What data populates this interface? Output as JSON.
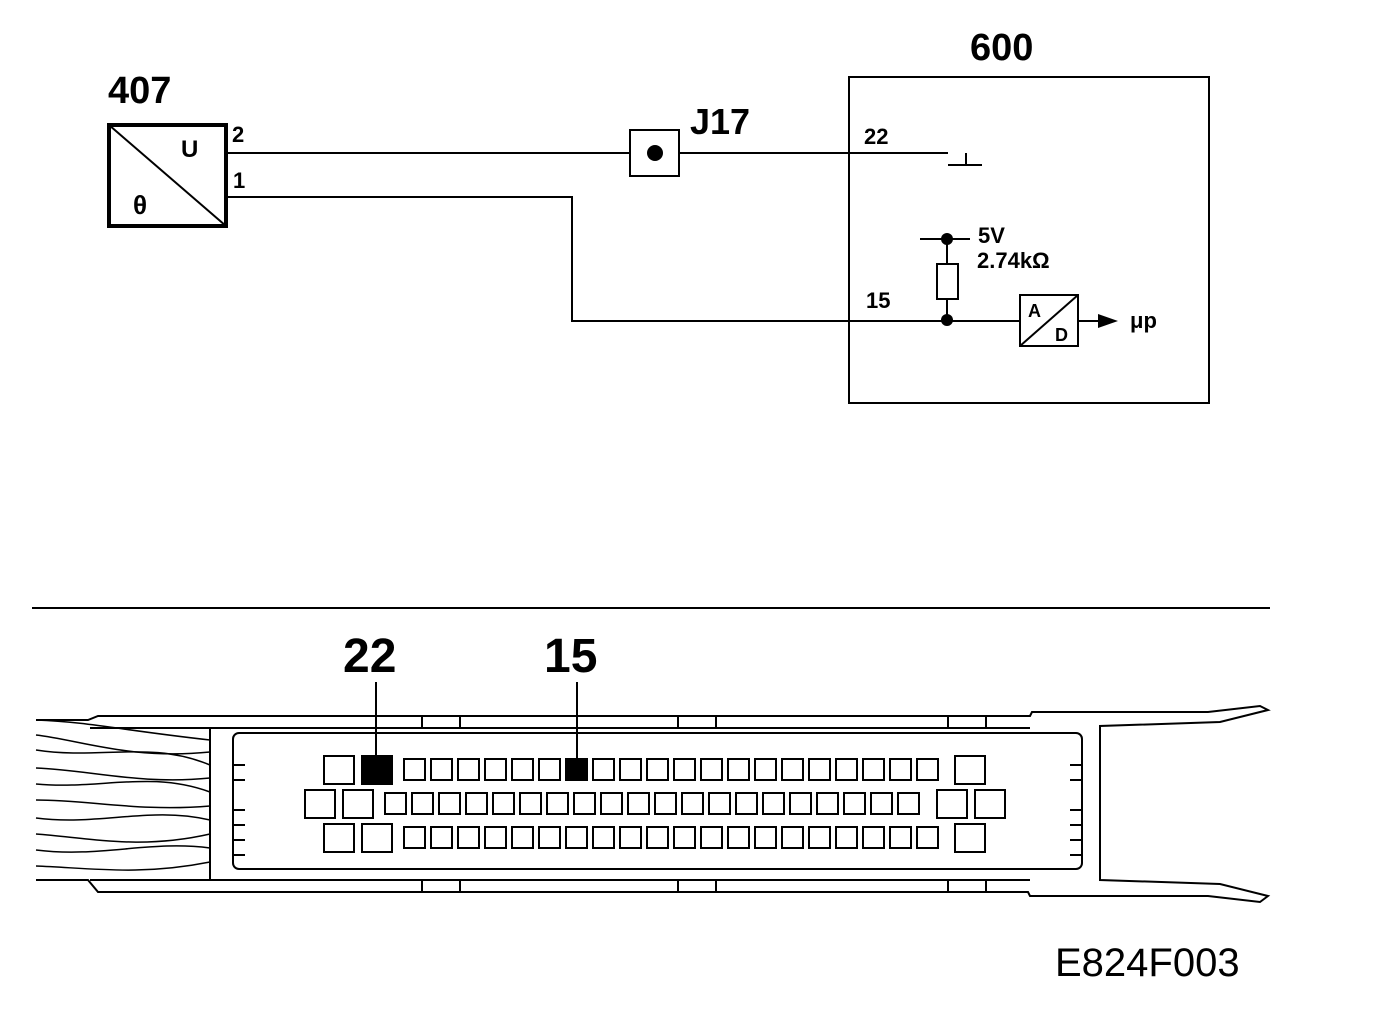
{
  "sensor": {
    "id": "407",
    "pin_top_label": "2",
    "pin_bottom_label": "1",
    "symbol_u": "U",
    "symbol_theta": "θ"
  },
  "junction": {
    "id": "J17"
  },
  "ecu": {
    "id": "600",
    "pin_22_label": "22",
    "pin_15_label": "15",
    "supply_label": "5V",
    "resistor_label": "2.74kΩ",
    "adc_a": "A",
    "adc_d": "D",
    "output_label": "μp"
  },
  "connector": {
    "callout_22": "22",
    "callout_15": "15",
    "rows": [
      {
        "small_pins": 20,
        "highlight_index": 6
      },
      {
        "small_pins": 20,
        "highlight_index": -1
      },
      {
        "small_pins": 20,
        "highlight_index": -1
      }
    ],
    "highlight_big_pin": "row0-left-inner"
  },
  "figure_code": "E824F003"
}
